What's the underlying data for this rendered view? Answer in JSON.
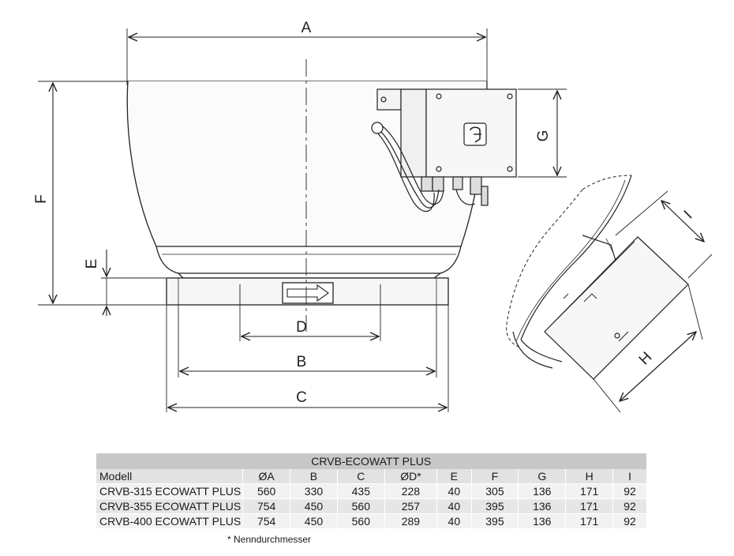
{
  "drawing": {
    "dimension_labels": {
      "A": "A",
      "B": "B",
      "C": "C",
      "D": "D",
      "E": "E",
      "F": "F",
      "G": "G",
      "H": "H",
      "I": "I"
    }
  },
  "table": {
    "title": "CRVB-ECOWATT PLUS",
    "headers": [
      "Modell",
      "ØA",
      "B",
      "C",
      "ØD*",
      "E",
      "F",
      "G",
      "H",
      "I"
    ],
    "rows": [
      [
        "CRVB-315 ECOWATT PLUS",
        "560",
        "330",
        "435",
        "228",
        "40",
        "305",
        "136",
        "171",
        "92"
      ],
      [
        "CRVB-355 ECOWATT PLUS",
        "754",
        "450",
        "560",
        "257",
        "40",
        "395",
        "136",
        "171",
        "92"
      ],
      [
        "CRVB-400 ECOWATT PLUS",
        "754",
        "450",
        "560",
        "289",
        "40",
        "395",
        "136",
        "171",
        "92"
      ]
    ]
  },
  "footnote": "* Nenndurchmesser"
}
